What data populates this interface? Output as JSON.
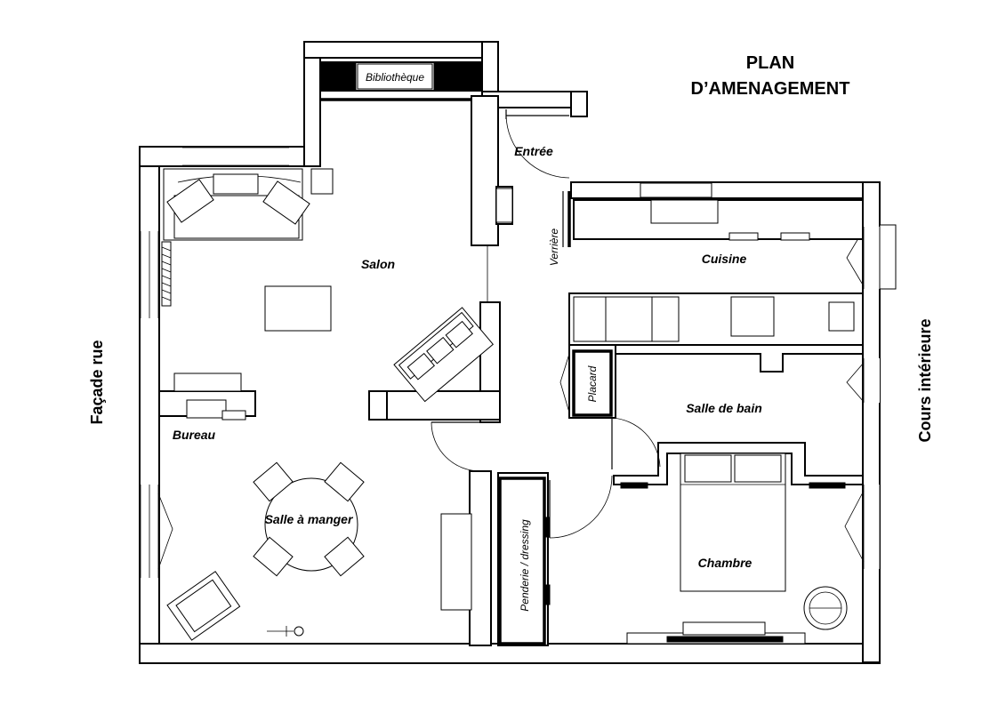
{
  "title": {
    "line1": "PLAN",
    "line2": "D’AMENAGEMENT"
  },
  "sides": {
    "left": "Façade rue",
    "right": "Cours intérieure"
  },
  "rooms": {
    "salon": "Salon",
    "entree": "Entrée",
    "cuisine": "Cuisine",
    "bureau": "Bureau",
    "salle_a_manger": "Salle à manger",
    "salle_de_bain": "Salle de bain",
    "chambre": "Chambre"
  },
  "fixtures": {
    "bibliotheque": "Bibliothèque",
    "verriere": "Verrière",
    "placard": "Placard",
    "penderie": "Penderie / dressing"
  }
}
